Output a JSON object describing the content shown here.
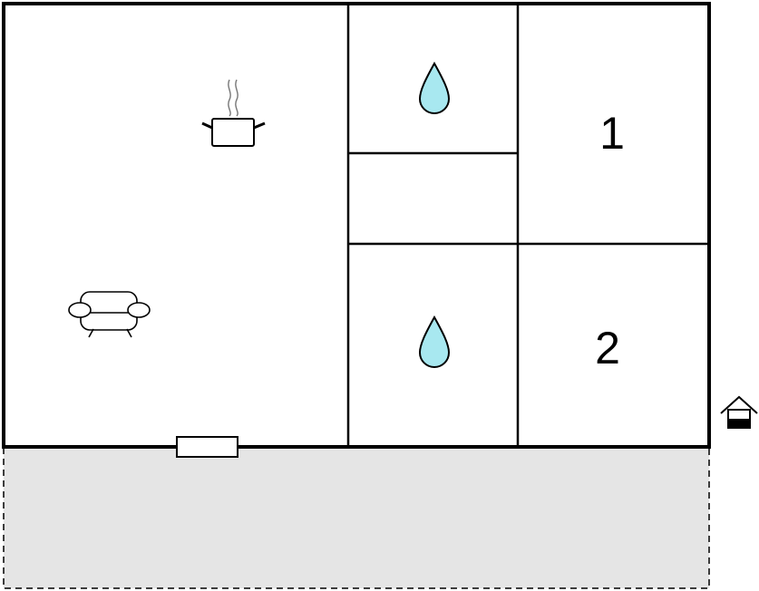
{
  "rooms": {
    "bedroom_1": {
      "number": "1"
    },
    "bedroom_2": {
      "number": "2"
    }
  },
  "icons": {
    "kitchen": "cooking-pot-icon",
    "living": "sofa-icon",
    "bathroom_top": "water-drop-icon",
    "bathroom_bottom": "water-drop-icon",
    "entrance": "house-entrance-icon",
    "window": "window-icon"
  },
  "colors": {
    "wall": "#000000",
    "water_drop": "#a8e8f0",
    "terrace": "#e5e5e5",
    "background": "#ffffff"
  },
  "terrace": {
    "border": "dashed"
  }
}
